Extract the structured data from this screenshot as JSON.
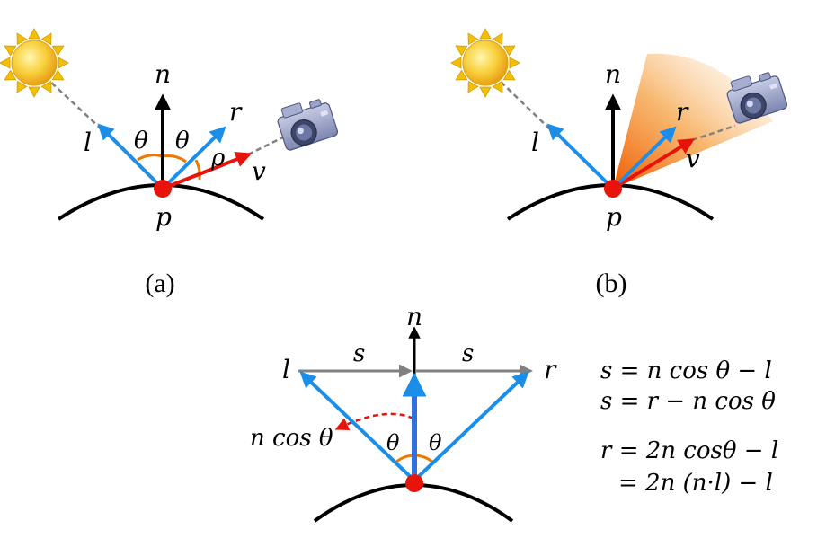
{
  "colors": {
    "normal": "#000000",
    "light_vector": "#1a8ee8",
    "view_vector": "#e8140c",
    "helper_vector": "#808080",
    "point": "#e8140c",
    "angle_arc": "#f07800",
    "sun_fill": "#f6c12a",
    "sun_ray": "#f2c000",
    "camera": "#8a94ba"
  },
  "icons": {
    "light_source": "sun-icon",
    "viewer": "camera-icon"
  },
  "panel_a": {
    "caption": "(a)",
    "label_n": "n",
    "label_l": "l",
    "label_r": "r",
    "label_v": "v",
    "label_p": "p",
    "label_theta_left": "θ",
    "label_theta_right": "θ",
    "label_rho": "ρ"
  },
  "panel_b": {
    "caption": "(b)",
    "label_n": "n",
    "label_l": "l",
    "label_r": "r",
    "label_v": "v",
    "label_p": "p"
  },
  "panel_c": {
    "label_n": "n",
    "label_l": "l",
    "label_r": "r",
    "label_s_left": "s",
    "label_s_right": "s",
    "label_ncos": "n cos θ",
    "label_theta_left": "θ",
    "label_theta_right": "θ"
  },
  "equations": {
    "eq1": "s = n cos θ − l",
    "eq2": "s = r − n cos θ",
    "eq3": "r = 2n cosθ − l",
    "eq4": "= 2n (n·l) − l"
  }
}
